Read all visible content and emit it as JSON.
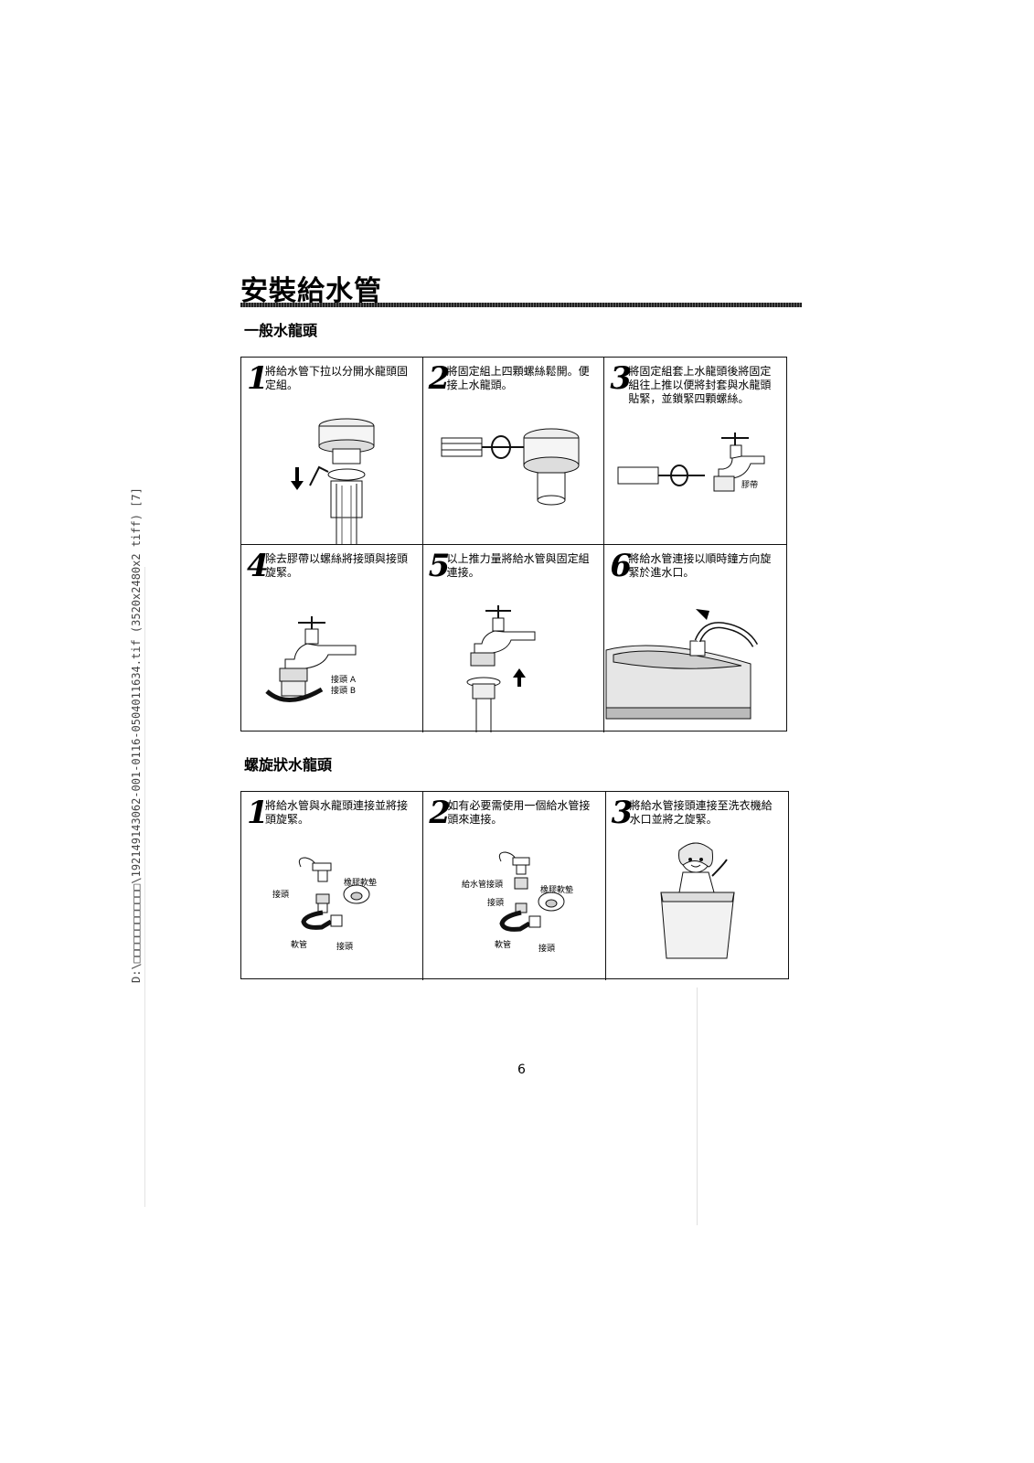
{
  "side_path": "D:\\□□□□□□□□□□□□\\192149143062-001-0116-0504011634.tif (3520x2480x2 tiff) [7]",
  "title": "安裝給水管",
  "section1": {
    "title": "一般水龍頭",
    "steps": [
      {
        "num": "1",
        "text": "將給水管下拉以分開水龍頭固定組。"
      },
      {
        "num": "2",
        "text": "將固定組上四顆螺絲鬆開。便接上水龍頭。"
      },
      {
        "num": "3",
        "text": "將固定組套上水龍頭後將固定組往上推以便將封套與水龍頭貼緊，並鎖緊四顆螺絲。",
        "label": "膠帶"
      },
      {
        "num": "4",
        "text": "除去膠帶以螺絲將接頭與接頭旋緊。",
        "label_a": "接頭 A",
        "label_b": "接頭 B"
      },
      {
        "num": "5",
        "text": "以上推力量將給水管與固定組連接。"
      },
      {
        "num": "6",
        "text": "將給水管連接以順時鐘方向旋緊於進水口。"
      }
    ]
  },
  "section2": {
    "title": "螺旋狀水龍頭",
    "steps": [
      {
        "num": "1",
        "text": "將給水管與水龍頭連接並將接頭旋緊。",
        "labels": {
          "joint": "接頭",
          "gasket": "橡膠軟墊",
          "hose": "軟管",
          "connector": "接頭"
        }
      },
      {
        "num": "2",
        "text": "如有必要需使用一個給水管接頭來連接。",
        "labels": {
          "adapter": "給水管接頭",
          "joint": "接頭",
          "gasket": "橡膠軟墊",
          "hose": "軟管",
          "connector": "接頭"
        }
      },
      {
        "num": "3",
        "text": "將給水管接頭連接至洗衣機給水口並將之旋緊。"
      }
    ]
  },
  "page_number": "6"
}
